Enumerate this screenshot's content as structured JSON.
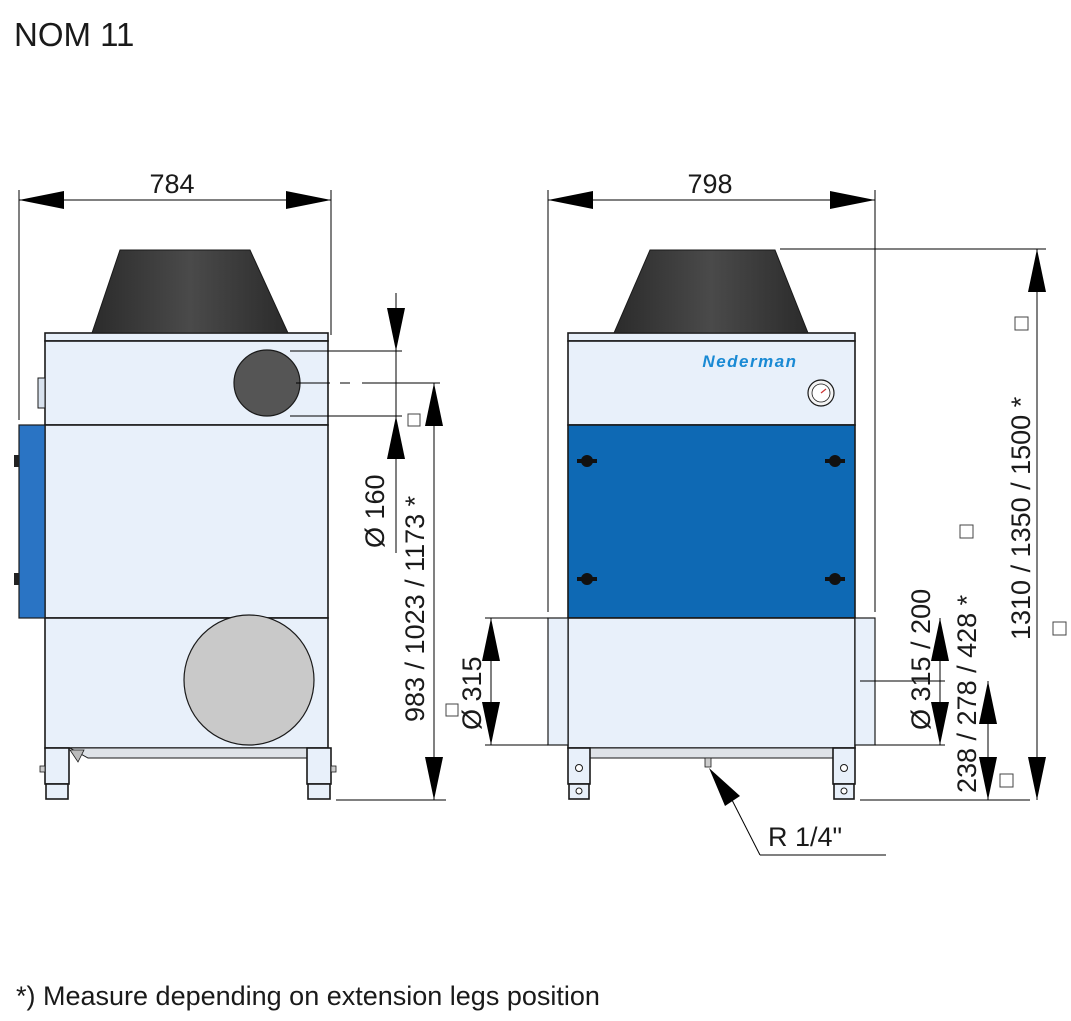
{
  "title": "NOM 11",
  "brand": "Nederman",
  "footnote": "*) Measure depending on extension legs position",
  "dimensions": {
    "left_width": "784",
    "right_width": "798",
    "inlet_diameter": "Ø 160",
    "inlet_height": "983 / 1023 / 1173 *",
    "outlet_diameter": "Ø 315",
    "side_outlet_diameter": "Ø 315 / 200",
    "side_outlet_height": "238 / 278 / 428 *",
    "total_height": "1310 / 1350 / 1500 *",
    "drain": "R 1/4\""
  },
  "colors": {
    "body": "#e8f0fa",
    "filter_panel": "#0e69b4",
    "side_panel": "#2a74c4",
    "fan_cone": "#3c3c3c",
    "inlet_dark": "#555555",
    "outlet_grey": "#c9c9c9",
    "brand_text": "#1a8ad4"
  },
  "icons": [
    "pressure-gauge-icon",
    "panel-latch-icon"
  ]
}
